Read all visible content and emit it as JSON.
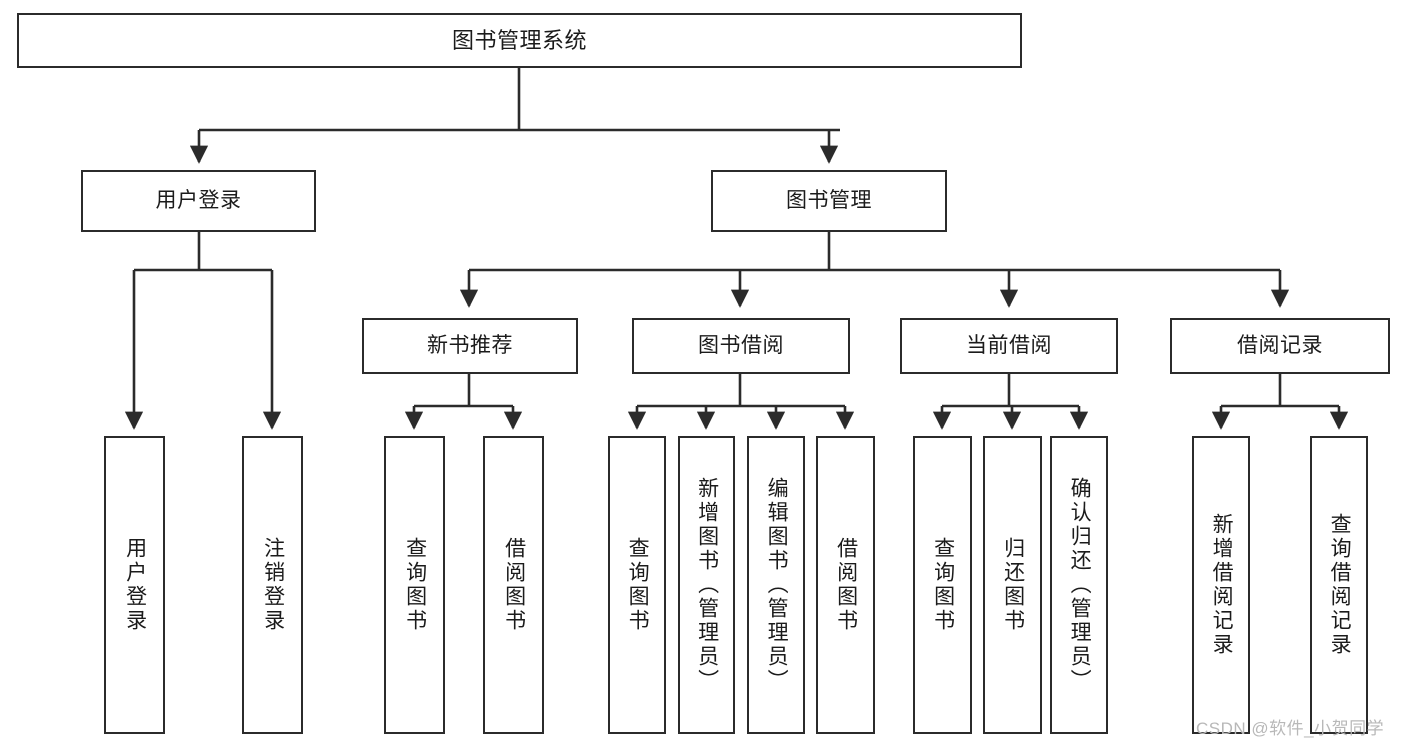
{
  "diagram": {
    "title": "图书管理系统",
    "type": "tree-hierarchy",
    "watermark": "CSDN @软件_小贺同学",
    "colors": {
      "stroke": "#2b2b2b",
      "fill": "#ffffff",
      "text": "#1b1b1b",
      "watermark": "#b8b8b8"
    },
    "nodes": {
      "root": {
        "label": "图书管理系统"
      },
      "level2": [
        {
          "id": "user-login",
          "label": "用户登录"
        },
        {
          "id": "book-manage",
          "label": "图书管理"
        }
      ],
      "level3": [
        {
          "id": "new-book-recommend",
          "label": "新书推荐"
        },
        {
          "id": "book-borrow",
          "label": "图书借阅"
        },
        {
          "id": "current-borrow",
          "label": "当前借阅"
        },
        {
          "id": "borrow-record",
          "label": "借阅记录"
        }
      ],
      "leaves": {
        "user-login": [
          {
            "id": "leaf-user-login",
            "label": "用户登录"
          },
          {
            "id": "leaf-logout-login",
            "label": "注销登录"
          }
        ],
        "new-book-recommend": [
          {
            "id": "leaf-query-book-1",
            "label": "查询图书"
          },
          {
            "id": "leaf-borrow-book-1",
            "label": "借阅图书"
          }
        ],
        "book-borrow": [
          {
            "id": "leaf-query-book-2",
            "label": "查询图书"
          },
          {
            "id": "leaf-add-book",
            "label": "新增图书（管理员）"
          },
          {
            "id": "leaf-edit-book",
            "label": "编辑图书（管理员）"
          },
          {
            "id": "leaf-borrow-book-2",
            "label": "借阅图书"
          }
        ],
        "current-borrow": [
          {
            "id": "leaf-query-book-3",
            "label": "查询图书"
          },
          {
            "id": "leaf-return-book",
            "label": "归还图书"
          },
          {
            "id": "leaf-confirm-return",
            "label": "确认归还（管理员）"
          }
        ],
        "borrow-record": [
          {
            "id": "leaf-add-record",
            "label": "新增借阅记录"
          },
          {
            "id": "leaf-query-record",
            "label": "查询借阅记录"
          }
        ]
      }
    }
  }
}
